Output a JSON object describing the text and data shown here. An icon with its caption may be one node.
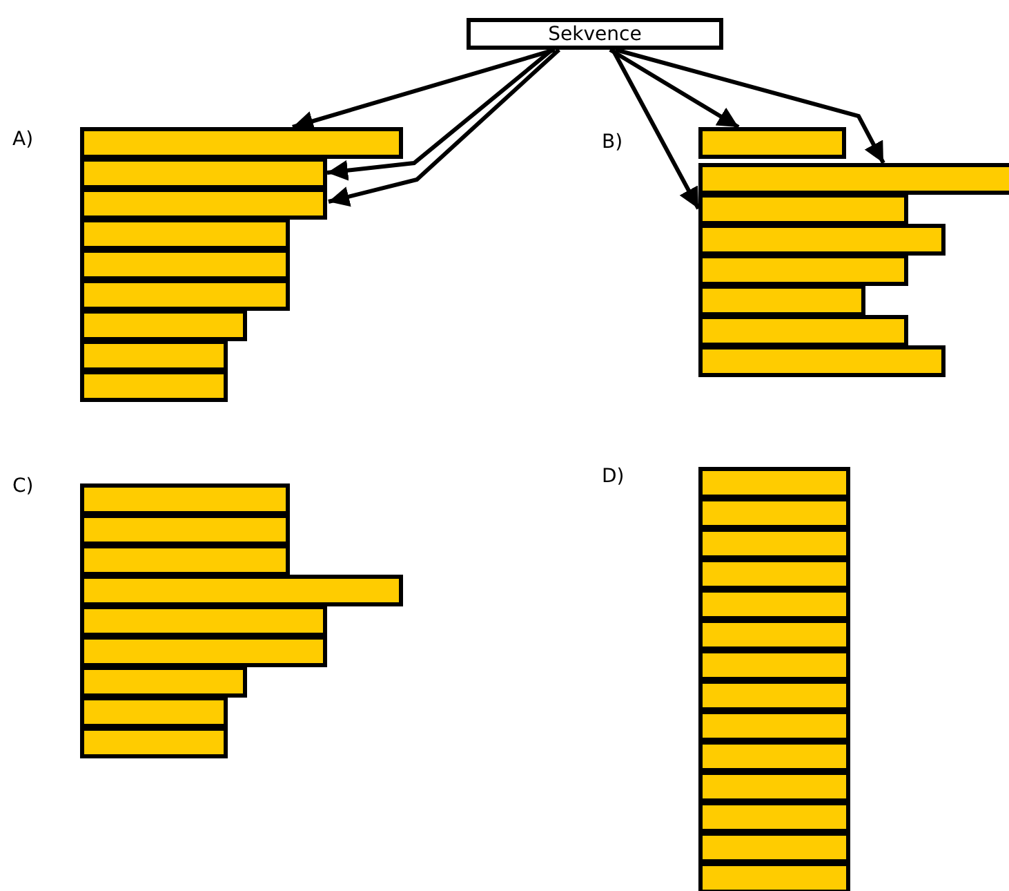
{
  "diagram": {
    "nodes": [
      {
        "text": [
          "Sekvence"
        ]
      },
      {
        "text": [],
        "shape": "bar"
      },
      {
        "text": [],
        "shape": "bar"
      },
      {
        "text": [],
        "shape": "bar"
      },
      {
        "text": [],
        "shape": "bar"
      },
      {
        "text": [],
        "shape": "bar"
      },
      {
        "text": [],
        "shape": "bar"
      },
      {
        "text": [],
        "shape": "bar"
      },
      {
        "text": [],
        "shape": "bar"
      },
      {
        "text": [],
        "shape": "bar"
      },
      {
        "text": [],
        "shape": "bar"
      },
      {
        "text": [],
        "shape": "bar"
      },
      {
        "text": [],
        "shape": "bar"
      },
      {
        "text": [],
        "shape": "bar"
      },
      {
        "text": [],
        "shape": "bar"
      },
      {
        "text": [],
        "shape": "bar"
      },
      {
        "text": [],
        "shape": "bar"
      },
      {
        "text": [],
        "shape": "bar"
      },
      {
        "text": [],
        "shape": "bar"
      },
      {
        "text": [],
        "shape": "bar"
      },
      {
        "text": [],
        "shape": "bar"
      },
      {
        "text": [],
        "shape": "bar"
      },
      {
        "text": [],
        "shape": "bar"
      },
      {
        "text": [],
        "shape": "bar"
      },
      {
        "text": [],
        "shape": "bar"
      },
      {
        "text": [],
        "shape": "bar"
      },
      {
        "text": [],
        "shape": "bar"
      },
      {
        "text": [],
        "shape": "bar"
      },
      {
        "text": [],
        "shape": "bar"
      },
      {
        "text": [],
        "shape": "bar"
      },
      {
        "text": [],
        "shape": "bar"
      },
      {
        "text": [],
        "shape": "bar"
      },
      {
        "text": [],
        "shape": "bar"
      },
      {
        "text": [],
        "shape": "bar"
      },
      {
        "text": [],
        "shape": "bar"
      },
      {
        "text": [],
        "shape": "bar"
      },
      {
        "text": [],
        "shape": "bar"
      },
      {
        "text": [],
        "shape": "bar"
      },
      {
        "text": [],
        "shape": "bar"
      },
      {
        "text": [],
        "shape": "bar"
      },
      {
        "text": [],
        "shape": "bar"
      }
    ],
    "edges": [
      {
        "from": 0,
        "to": 1,
        "arrow": "to"
      },
      {
        "from": 0,
        "to": 2,
        "arrow": "to"
      },
      {
        "from": 0,
        "to": 3,
        "arrow": "to"
      },
      {
        "from": 0,
        "to": 10,
        "arrow": "to"
      },
      {
        "from": 0,
        "to": 11,
        "arrow": "to"
      },
      {
        "from": 0,
        "to": 12,
        "arrow": "to"
      }
    ],
    "labels": [
      "A)",
      "B)",
      "D)",
      "C)"
    ]
  }
}
